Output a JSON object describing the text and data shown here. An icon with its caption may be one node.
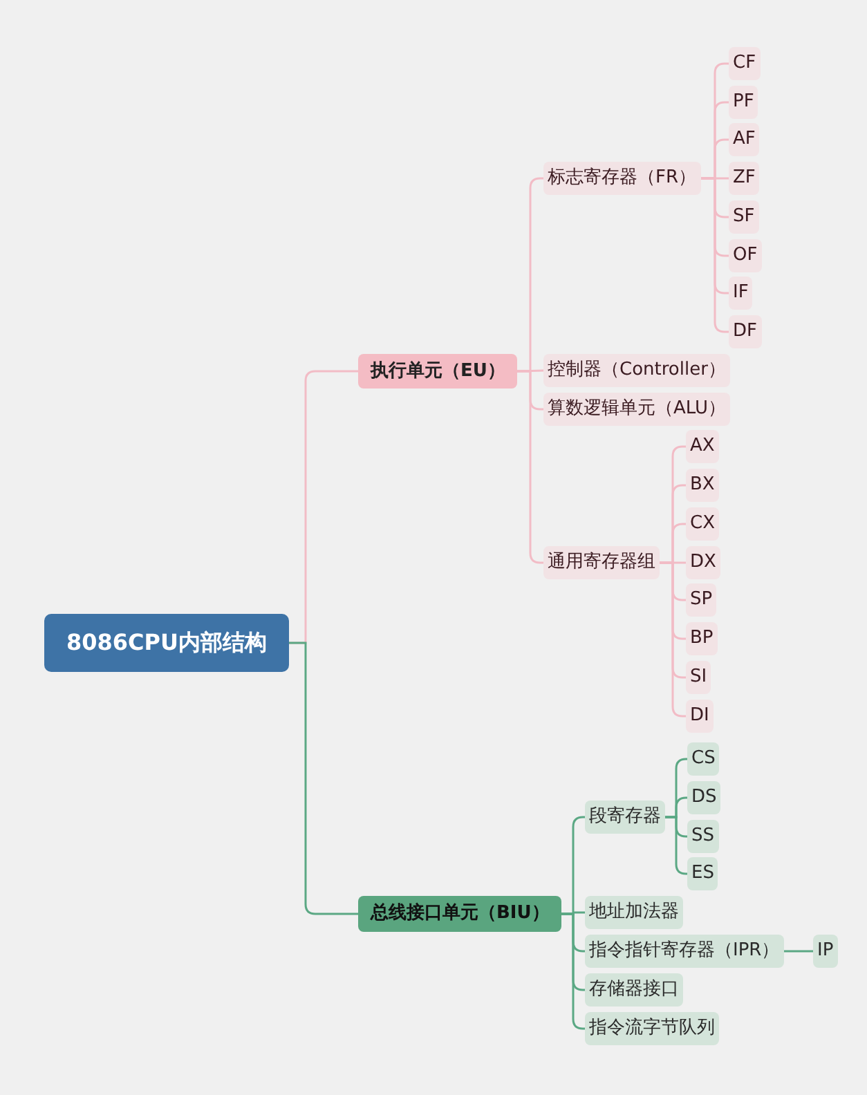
{
  "diagram": {
    "nodes": [
      {
        "text": [
          "8086CPU内部结构"
        ]
      },
      {
        "text": [
          "执行单元（EU）"
        ]
      },
      {
        "text": [
          "标志寄存器（FR）"
        ]
      },
      {
        "text": [
          "CF"
        ]
      },
      {
        "text": [
          "PF"
        ]
      },
      {
        "text": [
          "AF"
        ]
      },
      {
        "text": [
          "ZF"
        ]
      },
      {
        "text": [
          "SF"
        ]
      },
      {
        "text": [
          "OF"
        ]
      },
      {
        "text": [
          "IF"
        ]
      },
      {
        "text": [
          "DF"
        ]
      },
      {
        "text": [
          "控制器（Controller）"
        ]
      },
      {
        "text": [
          "算数逻辑单元（ALU）"
        ]
      },
      {
        "text": [
          "通用寄存器组"
        ]
      },
      {
        "text": [
          "AX"
        ]
      },
      {
        "text": [
          "BX"
        ]
      },
      {
        "text": [
          "CX"
        ]
      },
      {
        "text": [
          "DX"
        ]
      },
      {
        "text": [
          "SP"
        ]
      },
      {
        "text": [
          "BP"
        ]
      },
      {
        "text": [
          "SI"
        ]
      },
      {
        "text": [
          "DI"
        ]
      },
      {
        "text": [
          "总线接口单元（BIU）"
        ]
      },
      {
        "text": [
          "段寄存器"
        ]
      },
      {
        "text": [
          "CS"
        ]
      },
      {
        "text": [
          "DS"
        ]
      },
      {
        "text": [
          "SS"
        ]
      },
      {
        "text": [
          "ES"
        ]
      },
      {
        "text": [
          "地址加法器"
        ]
      },
      {
        "text": [
          "指令指针寄存器（IPR）"
        ]
      },
      {
        "text": [
          "IP"
        ]
      },
      {
        "text": [
          "存储器接口"
        ]
      },
      {
        "text": [
          "指令流字节队列"
        ]
      }
    ],
    "edges": [
      {
        "from": 0,
        "to": 1,
        "arrow": "none"
      },
      {
        "from": 1,
        "to": 2,
        "arrow": "none"
      },
      {
        "from": 2,
        "to": 3,
        "arrow": "none"
      },
      {
        "from": 2,
        "to": 4,
        "arrow": "none"
      },
      {
        "from": 2,
        "to": 5,
        "arrow": "none"
      },
      {
        "from": 2,
        "to": 6,
        "arrow": "none"
      },
      {
        "from": 2,
        "to": 7,
        "arrow": "none"
      },
      {
        "from": 2,
        "to": 8,
        "arrow": "none"
      },
      {
        "from": 2,
        "to": 9,
        "arrow": "none"
      },
      {
        "from": 2,
        "to": 10,
        "arrow": "none"
      },
      {
        "from": 1,
        "to": 11,
        "arrow": "none"
      },
      {
        "from": 1,
        "to": 12,
        "arrow": "none"
      },
      {
        "from": 1,
        "to": 13,
        "arrow": "none"
      },
      {
        "from": 13,
        "to": 14,
        "arrow": "none"
      },
      {
        "from": 13,
        "to": 15,
        "arrow": "none"
      },
      {
        "from": 13,
        "to": 16,
        "arrow": "none"
      },
      {
        "from": 13,
        "to": 17,
        "arrow": "none"
      },
      {
        "from": 13,
        "to": 18,
        "arrow": "none"
      },
      {
        "from": 13,
        "to": 19,
        "arrow": "none"
      },
      {
        "from": 13,
        "to": 20,
        "arrow": "none"
      },
      {
        "from": 13,
        "to": 21,
        "arrow": "none"
      },
      {
        "from": 0,
        "to": 22,
        "arrow": "none",
        "color": "#5ba884"
      },
      {
        "from": 22,
        "to": 23,
        "arrow": "none",
        "color": "#5ba884"
      },
      {
        "from": 23,
        "to": 24,
        "arrow": "none",
        "color": "#5ba884"
      },
      {
        "from": 23,
        "to": 25,
        "arrow": "none",
        "color": "#5ba884"
      },
      {
        "from": 23,
        "to": 26,
        "arrow": "none",
        "color": "#5ba884"
      },
      {
        "from": 23,
        "to": 27,
        "arrow": "none",
        "color": "#5ba884"
      },
      {
        "from": 22,
        "to": 28,
        "arrow": "none",
        "color": "#5ba884"
      },
      {
        "from": 22,
        "to": 29,
        "arrow": "none",
        "color": "#5ba884"
      },
      {
        "from": 29,
        "to": 30,
        "arrow": "none",
        "color": "#5ba884"
      },
      {
        "from": 22,
        "to": 31,
        "arrow": "none",
        "color": "#5ba884"
      },
      {
        "from": 22,
        "to": 32,
        "arrow": "none",
        "color": "#5ba884"
      }
    ]
  }
}
